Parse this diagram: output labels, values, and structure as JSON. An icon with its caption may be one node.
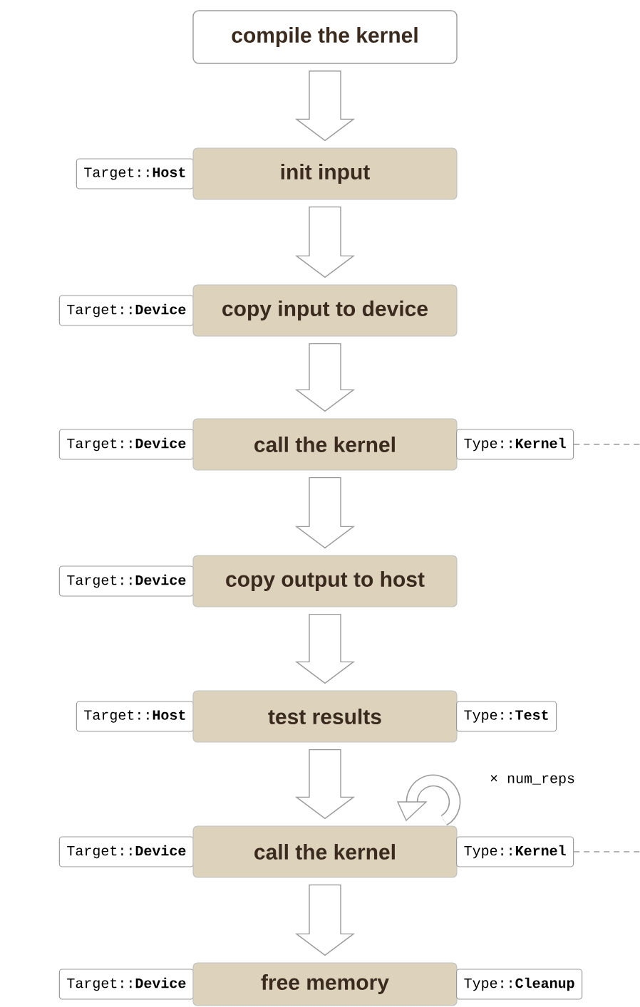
{
  "diagram": {
    "nodes": [
      {
        "text": [
          "compile the kernel"
        ]
      },
      {
        "text": [
          "Target::**Host**"
        ]
      },
      {
        "text": [
          "init input"
        ]
      },
      {
        "text": [
          "Target::**Device**"
        ]
      },
      {
        "text": [
          "copy input to device"
        ]
      },
      {
        "text": [
          "Target::**Device**"
        ]
      },
      {
        "text": [
          "call the kernel"
        ]
      },
      {
        "text": [
          "Type::**Kernel**"
        ]
      },
      {
        "text": [
          "Target::**Device**"
        ]
      },
      {
        "text": [
          "copy output to host"
        ]
      },
      {
        "text": [
          "Target::**Host**"
        ]
      },
      {
        "text": [
          "test results"
        ]
      },
      {
        "text": [
          "Type::**Test**"
        ]
      },
      {
        "text": [
          "Target::**Device**"
        ]
      },
      {
        "text": [
          "call the kernel"
        ]
      },
      {
        "text": [
          "Type::**Kernel**"
        ]
      },
      {
        "text": [
          "Target::**Device**"
        ]
      },
      {
        "text": [
          "free memory"
        ]
      },
      {
        "text": [
          "Type::**Cleanup**"
        ]
      }
    ],
    "edges": [
      {
        "from": 0,
        "to": 2,
        "arrow": "to"
      },
      {
        "from": 2,
        "to": 4,
        "arrow": "to"
      },
      {
        "from": 4,
        "to": 6,
        "arrow": "to"
      },
      {
        "from": 6,
        "to": 9,
        "arrow": "to"
      },
      {
        "from": 9,
        "to": 11,
        "arrow": "to"
      },
      {
        "from": 11,
        "to": 14,
        "arrow": "to"
      },
      {
        "from": 14,
        "to": 17,
        "arrow": "to"
      },
      {
        "from": 7,
        "to": null,
        "arrow": "none",
        "style": "dashed"
      },
      {
        "from": 15,
        "to": null,
        "arrow": "none",
        "style": "dashed"
      }
    ],
    "labels": [
      "× num_reps"
    ]
  }
}
